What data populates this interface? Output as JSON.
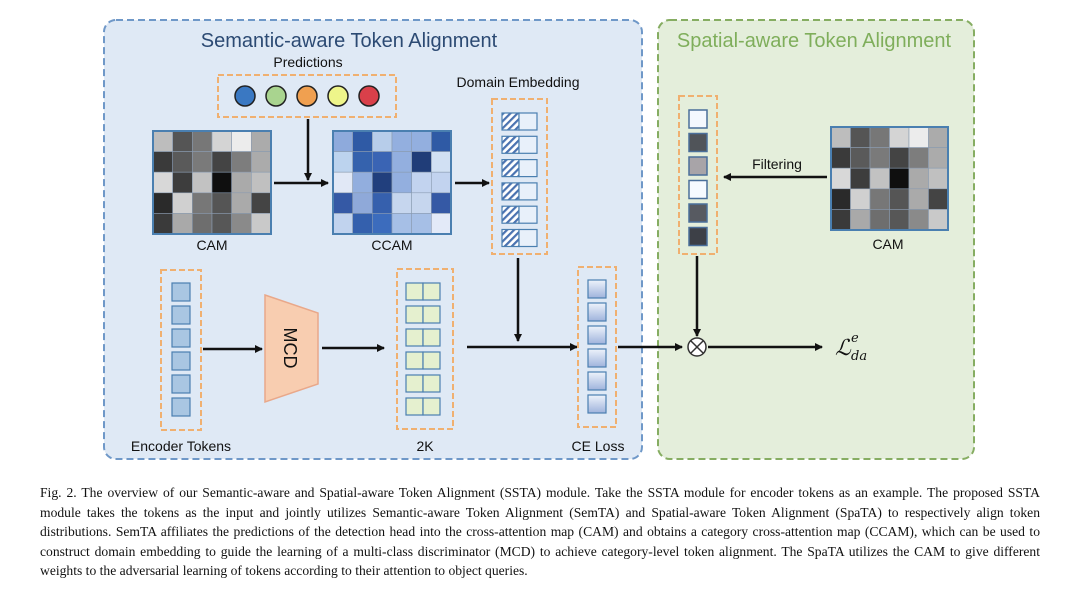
{
  "figure": {
    "semantic_panel": {
      "title": "Semantic-aware Token Alignment",
      "predictions_label": "Predictions",
      "prediction_colors": [
        "#3a78c2",
        "#a9d48f",
        "#f0a050",
        "#eef58a",
        "#d9404a"
      ],
      "domain_embedding_label": "Domain Embedding",
      "cam_label": "CAM",
      "ccam_label": "CCAM",
      "encoder_tokens_label": "Encoder Tokens",
      "mcd_label": "MCD",
      "twok_label": "2K",
      "ce_loss_label": "CE Loss",
      "cam_cells": [
        [
          "#bdbdbd",
          "#555555",
          "#777777",
          "#d4d4d4",
          "#ececec",
          "#ababab"
        ],
        [
          "#3a3a3a",
          "#5a5a5a",
          "#7a7a7a",
          "#444444",
          "#7d7d7d",
          "#ababab"
        ],
        [
          "#d8d8d8",
          "#3d3d3d",
          "#c2c2c2",
          "#0f0f0f",
          "#aaaaaa",
          "#c0c0c0"
        ],
        [
          "#2a2a2a",
          "#d0d0d0",
          "#777777",
          "#555555",
          "#aaaaaa",
          "#444444"
        ],
        [
          "#3a3a3a",
          "#a9a9a9",
          "#6e6e6e",
          "#575757",
          "#8a8a8a",
          "#c9c9c9"
        ]
      ],
      "ccam_cells": [
        [
          "#8eaadc",
          "#2f5aa5",
          "#b7cdea",
          "#93afdf",
          "#93afdf",
          "#2f5aa5"
        ],
        [
          "#bcd3ee",
          "#3562ad",
          "#3a64b4",
          "#93afdf",
          "#203d78",
          "#d1e0f3"
        ],
        [
          "#e1e8f6",
          "#92aede",
          "#213f7d",
          "#93afdf",
          "#c2d3ef",
          "#c2d3ef"
        ],
        [
          "#3559a5",
          "#8fa9d9",
          "#3660ad",
          "#c6d6ee",
          "#c6d6ee",
          "#3559a5"
        ],
        [
          "#c1d3ee",
          "#3460ad",
          "#3c6cbd",
          "#a6bfe6",
          "#a6bfe6",
          "#e3eaf8"
        ]
      ]
    },
    "spatial_panel": {
      "title": "Spatial-aware Token Alignment",
      "filtering_label": "Filtering",
      "cam_label": "CAM",
      "loss_symbol": "ℒ",
      "loss_superscript": "e",
      "loss_subscript": "da",
      "weighted_token_colors": [
        "#f4f8fe",
        "#505459",
        "#a8a4a8",
        "#f6faff",
        "#575a61",
        "#3d4047"
      ],
      "cam_cells": [
        [
          "#bdbdbd",
          "#555555",
          "#777777",
          "#d4d4d4",
          "#ececec",
          "#ababab"
        ],
        [
          "#3a3a3a",
          "#5a5a5a",
          "#7a7a7a",
          "#444444",
          "#7d7d7d",
          "#ababab"
        ],
        [
          "#d8d8d8",
          "#3d3d3d",
          "#c2c2c2",
          "#0f0f0f",
          "#aaaaaa",
          "#c0c0c0"
        ],
        [
          "#2a2a2a",
          "#d0d0d0",
          "#777777",
          "#555555",
          "#aaaaaa",
          "#444444"
        ],
        [
          "#3a3a3a",
          "#a9a9a9",
          "#6e6e6e",
          "#575757",
          "#8a8a8a",
          "#c9c9c9"
        ]
      ]
    },
    "colors": {
      "semantic_bg": "#dfe9f5",
      "semantic_border": "#6f98c8",
      "semantic_title": "#2c4a73",
      "spatial_bg": "#e4eedb",
      "spatial_border": "#86ad62",
      "spatial_title": "#7fae5b",
      "group_border": "#f0b070",
      "mcd_fill": "#f8cdb0",
      "mcd_border": "#e9a88a",
      "token_blue": "#a9c6e2",
      "token_border": "#4a7fb0",
      "twok_fill": "#e5f0cf"
    }
  },
  "caption": {
    "text": "Fig. 2.  The overview of our Semantic-aware and Spatial-aware Token Alignment (SSTA) module. Take the SSTA module for encoder tokens as an example. The proposed SSTA module takes the tokens as the input and jointly utilizes Semantic-aware Token Alignment (SemTA) and Spatial-aware Token Alignment (SpaTA) to respectively align token distributions. SemTA affiliates the predictions of the detection head into the cross-attention map (CAM) and obtains a category cross-attention map (CCAM), which can be used to construct domain embedding to guide the learning of a multi-class discriminator (MCD) to achieve category-level token alignment. The SpaTA utilizes the CAM to give different weights to the adversarial learning of tokens according to their attention to object queries."
  }
}
